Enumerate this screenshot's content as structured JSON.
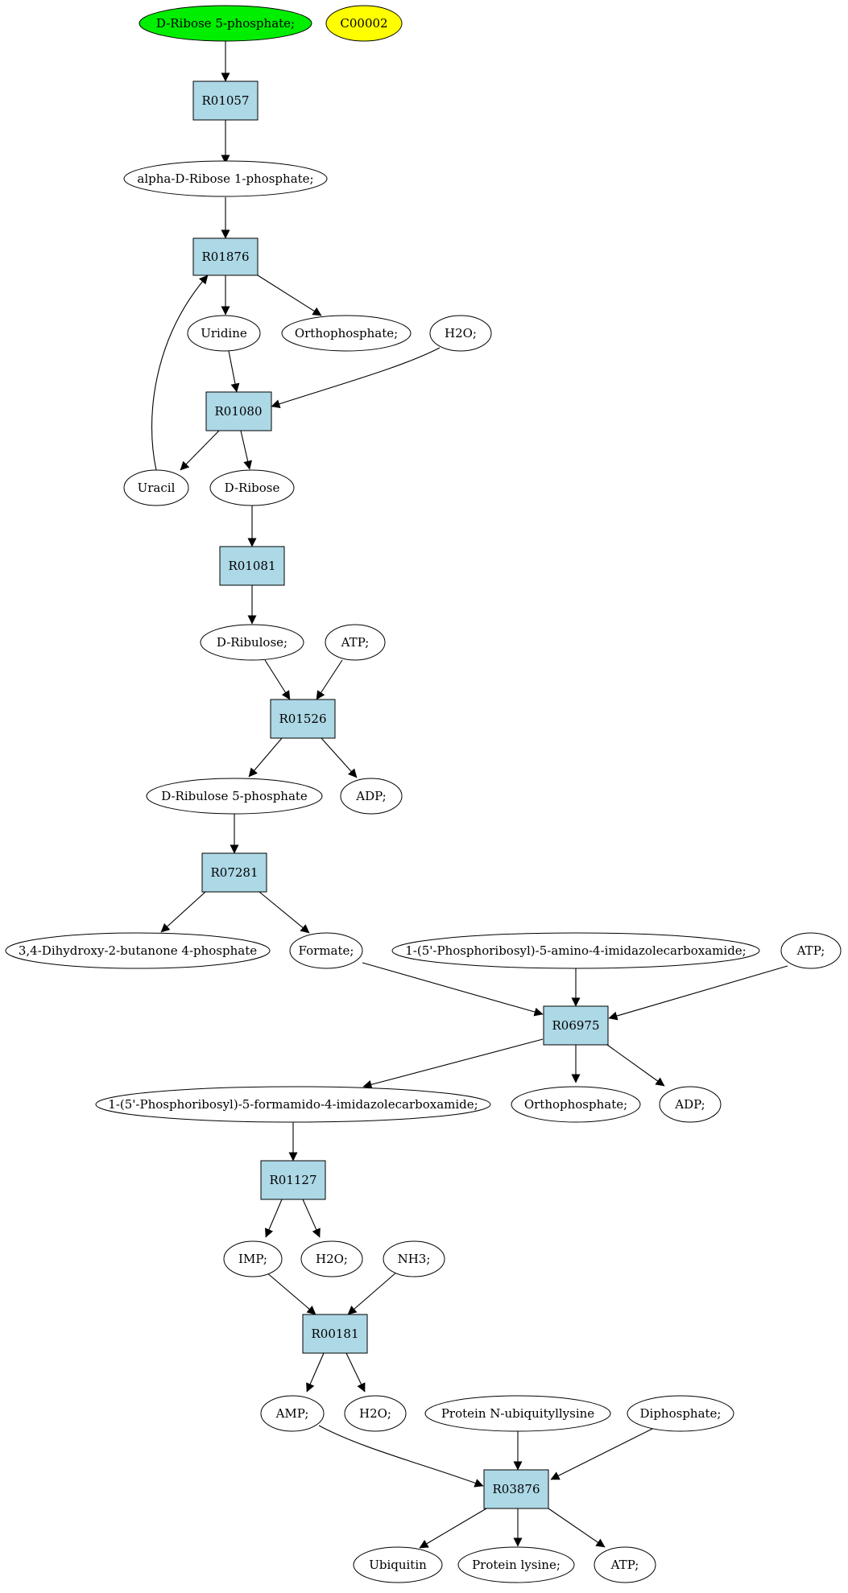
{
  "colors": {
    "reaction_fill": "#add8e6",
    "compound_fill": "#ffffff",
    "start_compound_fill": "#00ee00",
    "query_compound_fill": "#ffff00"
  },
  "nodes": {
    "ribose5p": "D-Ribose 5-phosphate;",
    "c00002": "C00002",
    "r01057": "R01057",
    "alpha_ribose1p": "alpha-D-Ribose 1-phosphate;",
    "r01876": "R01876",
    "uridine": "Uridine",
    "orthophosphate1": "Orthophosphate;",
    "h2o_1": "H2O;",
    "r01080": "R01080",
    "uracil": "Uracil",
    "d_ribose": "D-Ribose",
    "r01081": "R01081",
    "d_ribulose": "D-Ribulose;",
    "atp_1": "ATP;",
    "r01526": "R01526",
    "ribulose5p": "D-Ribulose 5-phosphate",
    "adp_1": "ADP;",
    "r07281": "R07281",
    "dihydroxybutanone": "3,4-Dihydroxy-2-butanone 4-phosphate",
    "formate": "Formate;",
    "aicar": "1-(5'-Phosphoribosyl)-5-amino-4-imidazolecarboxamide;",
    "atp_2": "ATP;",
    "r06975": "R06975",
    "faicar": "1-(5'-Phosphoribosyl)-5-formamido-4-imidazolecarboxamide;",
    "orthophosphate2": "Orthophosphate;",
    "adp_2": "ADP;",
    "r01127": "R01127",
    "imp": "IMP;",
    "h2o_2": "H2O;",
    "nh3": "NH3;",
    "r00181": "R00181",
    "amp": "AMP;",
    "h2o_3": "H2O;",
    "protein_ubiq_lys": "Protein N-ubiquityllysine",
    "diphosphate": "Diphosphate;",
    "r03876": "R03876",
    "ubiquitin": "Ubiquitin",
    "protein_lysine": "Protein lysine;",
    "atp_3": "ATP;"
  }
}
